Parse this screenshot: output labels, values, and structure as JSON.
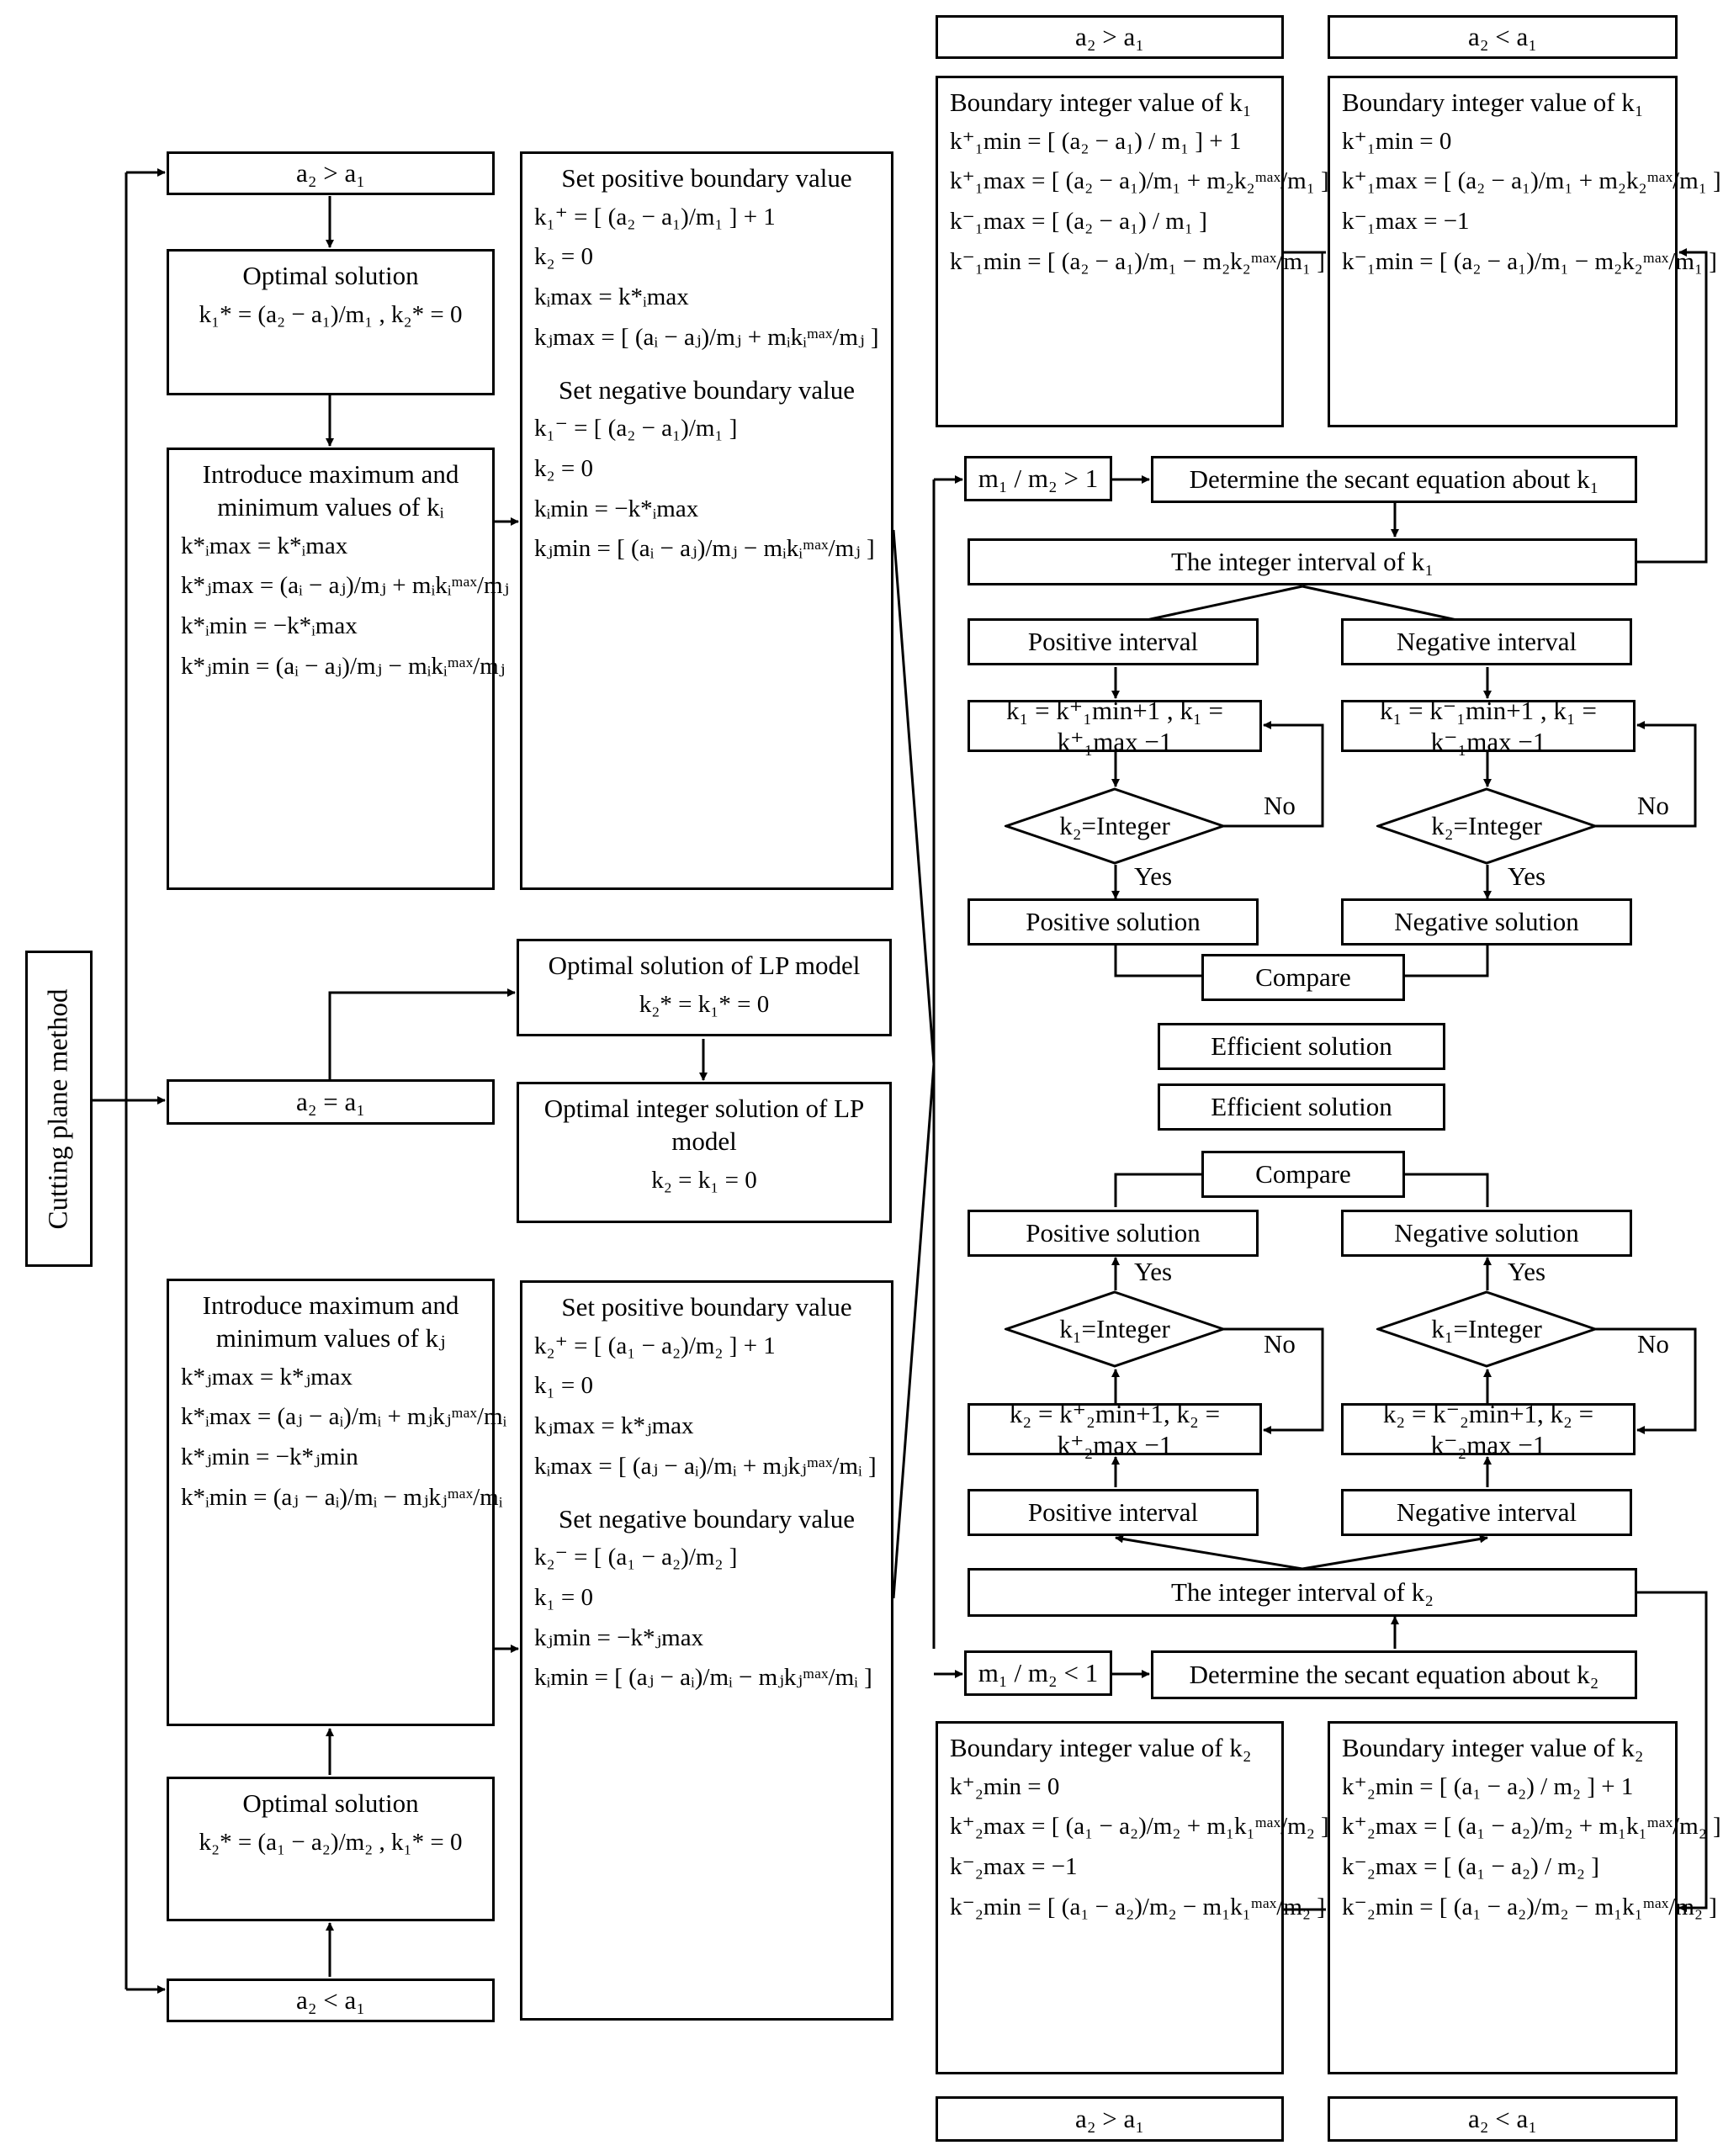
{
  "method": "Cutting plane method",
  "left": {
    "cond_top": "a₂ > a₁",
    "opt_top_title": "Optimal solution",
    "opt_top_eq": "k₁* = (a₂ − a₁)/m₁ ,  k₂* = 0",
    "intro_i_title": "Introduce maximum and minimum values of  kᵢ",
    "intro_i_eqs": [
      "k*ᵢmax = k*ᵢmax",
      "k*ⱼmax = (aᵢ − aⱼ)/mⱼ + mᵢkᵢᵐᵃˣ/mⱼ",
      "k*ᵢmin = −k*ᵢmax",
      "k*ⱼmin = (aᵢ − aⱼ)/mⱼ − mᵢkᵢᵐᵃˣ/mⱼ"
    ],
    "set_i": {
      "pos_title": "Set positive boundary value",
      "pos_eqs": [
        "k₁⁺ = [ (a₂ − a₁)/m₁ ] + 1",
        "k₂ = 0",
        "kᵢmax = k*ᵢmax",
        "kⱼmax = [ (aᵢ − aⱼ)/mⱼ + mᵢkᵢᵐᵃˣ/mⱼ ]"
      ],
      "neg_title": "Set negative boundary value",
      "neg_eqs": [
        "k₁⁻ = [ (a₂ − a₁)/m₁ ]",
        "k₂ = 0",
        "kᵢmin = −k*ᵢmax",
        "kⱼmin = [ (aᵢ − aⱼ)/mⱼ − mᵢkᵢᵐᵃˣ/mⱼ ]"
      ]
    },
    "cond_mid": "a₂ = a₁",
    "lp_opt_title": "Optimal solution of LP model",
    "lp_opt_eq": "k₂* = k₁* = 0",
    "lp_int_title": "Optimal integer solution of LP model",
    "lp_int_eq": "k₂ = k₁ = 0",
    "intro_j_title": "Introduce maximum and minimum values of  kⱼ",
    "intro_j_eqs": [
      "k*ⱼmax = k*ⱼmax",
      "k*ᵢmax = (aⱼ − aᵢ)/mᵢ + mⱼkⱼᵐᵃˣ/mᵢ",
      "k*ⱼmin = −k*ⱼmin",
      "k*ᵢmin = (aⱼ − aᵢ)/mᵢ − mⱼkⱼᵐᵃˣ/mᵢ"
    ],
    "set_j": {
      "pos_title": "Set positive boundary value",
      "pos_eqs": [
        "k₂⁺ = [ (a₁ − a₂)/m₂ ] + 1",
        "k₁ = 0",
        "kⱼmax = k*ⱼmax",
        "kᵢmax = [ (aⱼ − aᵢ)/mᵢ + mⱼkⱼᵐᵃˣ/mᵢ ]"
      ],
      "neg_title": "Set negative boundary value",
      "neg_eqs": [
        "k₂⁻ = [ (a₁ − a₂)/m₂ ]",
        "k₁ = 0",
        "kⱼmin = −k*ⱼmax",
        "kᵢmin = [ (aⱼ − aᵢ)/mᵢ − mⱼkⱼᵐᵃˣ/mᵢ ]"
      ]
    },
    "opt_bot_title": "Optimal solution",
    "opt_bot_eq": "k₂* = (a₁ − a₂)/m₂ ,  k₁* = 0",
    "cond_bot": "a₂ < a₁"
  },
  "right": {
    "top_cond_left": "a₂ > a₁",
    "top_cond_right": "a₂ < a₁",
    "bd_top_left": {
      "title": "Boundary integer value of k₁",
      "eqs": [
        "k⁺₁min = [ (a₂ − a₁) / m₁ ] + 1",
        "k⁺₁max = [ (a₂ − a₁)/m₁ + m₂k₂ᵐᵃˣ/m₁ ]",
        "k⁻₁max = [ (a₂ − a₁) / m₁ ]",
        "k⁻₁min = [ (a₂ − a₁)/m₁ − m₂k₂ᵐᵃˣ/m₁ ]"
      ]
    },
    "bd_top_right": {
      "title": "Boundary integer value of k₁",
      "eqs": [
        "k⁺₁min = 0",
        "k⁺₁max = [ (a₂ − a₁)/m₁ + m₂k₂ᵐᵃˣ/m₁ ]",
        "k⁻₁max = −1",
        "k⁻₁min = [ (a₂ − a₁)/m₁ − m₂k₂ᵐᵃˣ/m₁ ]"
      ]
    },
    "ratio_gt": "m₁ / m₂ > 1",
    "secant_k1": "Determine the secant equation about k₁",
    "interval_k1": "The integer interval of k₁",
    "pos_interval": "Positive interval",
    "neg_interval": "Negative interval",
    "iter_pos_k1": "k₁ = k⁺₁min+1 ,  k₁ = k⁺₁max −1",
    "iter_neg_k1": "k₁ = k⁻₁min+1 ,  k₁ = k⁻₁max −1",
    "dec_k2": "k₂=Integer",
    "dec_k1": "k₁=Integer",
    "no": "No",
    "yes": "Yes",
    "pos_solution": "Positive solution",
    "neg_solution": "Negative solution",
    "compare": "Compare",
    "efficient": "Efficient solution",
    "iter_pos_k2": "k₂ = k⁺₂min+1,  k₂ = k⁺₂max −1",
    "iter_neg_k2": "k₂ = k⁻₂min+1,  k₂ = k⁻₂max −1",
    "interval_k2": "The integer interval of k₂",
    "ratio_lt": "m₁ / m₂ < 1",
    "secant_k2": "Determine the secant equation about k₂",
    "bd_bot_left": {
      "title": "Boundary integer value of k₂",
      "eqs": [
        "k⁺₂min = 0",
        "k⁺₂max = [ (a₁ − a₂)/m₂ + m₁k₁ᵐᵃˣ/m₂ ]",
        "k⁻₂max = −1",
        "k⁻₂min = [ (a₁ − a₂)/m₂ − m₁k₁ᵐᵃˣ/m₂ ]"
      ]
    },
    "bd_bot_right": {
      "title": "Boundary integer value of k₂",
      "eqs": [
        "k⁺₂min = [ (a₁ − a₂) / m₂ ] + 1",
        "k⁺₂max = [ (a₁ − a₂)/m₂ + m₁k₁ᵐᵃˣ/m₂ ]",
        "k⁻₂max = [ (a₁ − a₂) / m₂ ]",
        "k⁻₂min = [ (a₁ − a₂)/m₂ − m₁k₁ᵐᵃˣ/m₂ ]"
      ]
    },
    "bot_cond_left": "a₂ > a₁",
    "bot_cond_right": "a₂ < a₁"
  }
}
